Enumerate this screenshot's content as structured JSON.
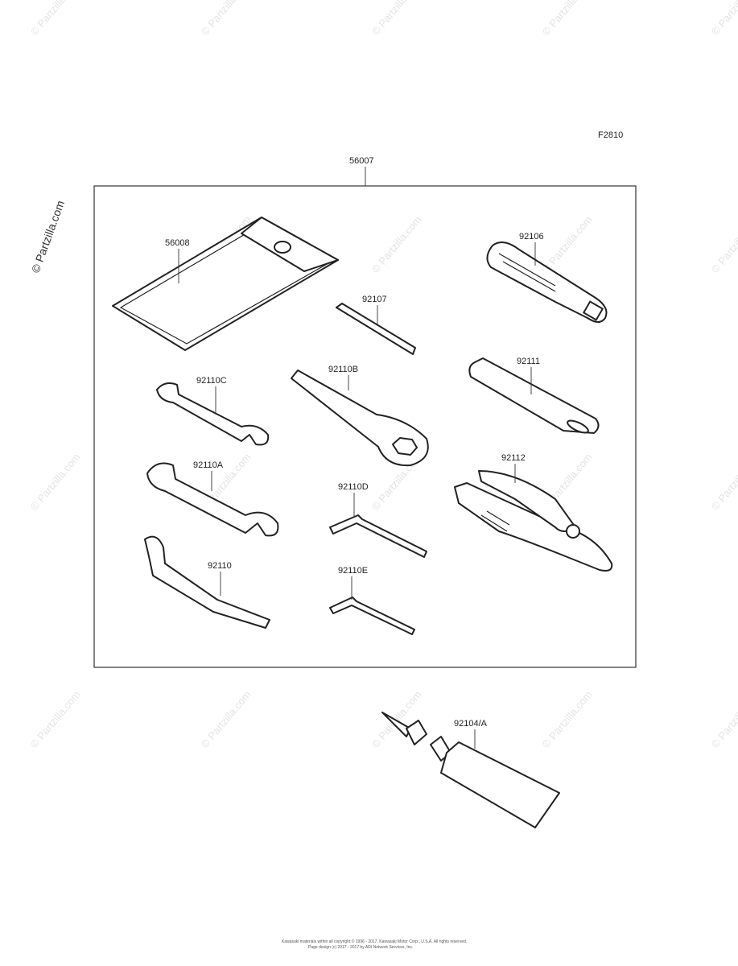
{
  "figure_code": "F2810",
  "kit_part_number": "56007",
  "parts": {
    "pouch": "56008",
    "screwdriver_handle": "92106",
    "screwdriver_bit": "92107",
    "box_wrench": "92110B",
    "spanner_small": "92110C",
    "extension_handle": "92111",
    "pliers": "92112",
    "spanner_large": "92110A",
    "hex_key_large": "92110D",
    "hook_spanner": "92110",
    "hex_key_small": "92110E",
    "grease_tube": "92104/A"
  },
  "watermark": "© Partzilla.com",
  "footer": {
    "line1": "Kawasaki materials within all copyright © 1996 - 2017, Kawasaki Motor Corp., U.S.A.  All rights reserved.",
    "line2": "Page design (c) 2017 - 2017 by ARI Network Services, Inc."
  }
}
